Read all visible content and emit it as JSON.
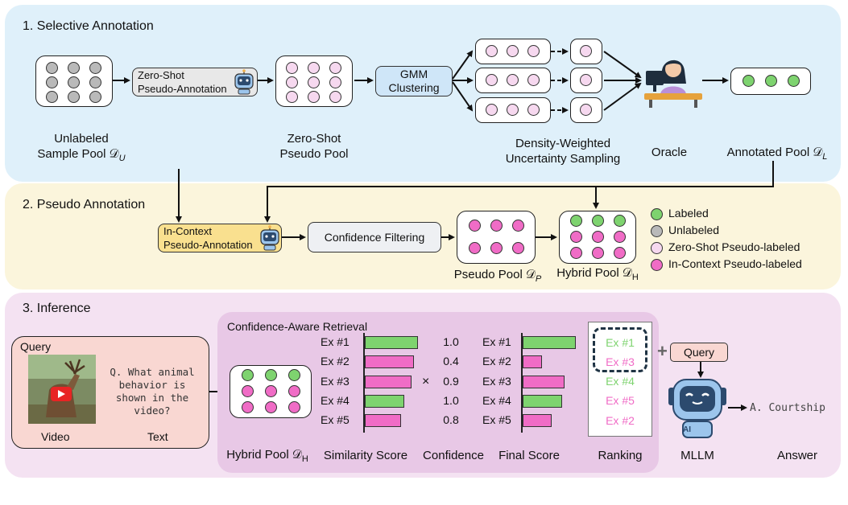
{
  "sections": {
    "s1": "1.  Selective Annotation",
    "s2": "2. Pseudo Annotation",
    "s3": "3. Inference"
  },
  "s1": {
    "zero_shot_box": "Zero-Shot\nPseudo-Annotation",
    "gmm_box": "GMM\nClustering",
    "unlabeled_label_1": "Unlabeled",
    "unlabeled_label_2": "Sample Pool 𝒟",
    "unlabeled_sub": "U",
    "zs_pool_label_1": "Zero-Shot",
    "zs_pool_label_2": "Pseudo Pool",
    "sampling_label_1": "Density-Weighted",
    "sampling_label_2": "Uncertainty Sampling",
    "oracle_label": "Oracle",
    "annotated_label": "Annotated Pool 𝒟",
    "annotated_sub": "L"
  },
  "s2": {
    "in_context_box": "In-Context\nPseudo-Annotation",
    "confidence_box": "Confidence Filtering",
    "pseudo_pool_label": "Pseudo Pool 𝒟",
    "pseudo_pool_sub": "P",
    "hybrid_pool_label": "Hybrid Pool 𝒟",
    "hybrid_pool_sub": "H"
  },
  "legend": [
    {
      "label": "Labeled",
      "color": "#7ed36f"
    },
    {
      "label": "Unlabeled",
      "color": "#b9b9b9"
    },
    {
      "label": "Zero-Shot Pseudo-labeled",
      "color": "#f6d8ef"
    },
    {
      "label": "In-Context Pseudo-labeled",
      "color": "#f06cc6"
    }
  ],
  "s3": {
    "query_title": "Query",
    "query_text": "Q. What animal\nbehavior is\nshown in the\nvideo?",
    "video_label": "Video",
    "text_label": "Text",
    "retrieval_title": "Confidence-Aware Retrieval",
    "hybrid_label": "Hybrid Pool 𝒟",
    "hybrid_sub": "H",
    "similarity_label": "Similarity Score",
    "confidence_label": "Confidence",
    "final_label": "Final Score",
    "ranking_label": "Ranking",
    "times": "×",
    "query_box": "Query",
    "plus": "+",
    "mllm_label": "MLLM",
    "answer_label": "Answer",
    "answer_text": "A. Courtship",
    "ai_text": "AI"
  },
  "examples": [
    {
      "name": "Ex #1",
      "similarity": 0.92,
      "confidence": "1.0",
      "final": 0.92,
      "color": "#7ed36f"
    },
    {
      "name": "Ex #2",
      "similarity": 0.85,
      "confidence": "0.4",
      "final": 0.34,
      "color": "#f06cc6"
    },
    {
      "name": "Ex #3",
      "similarity": 0.8,
      "confidence": "0.9",
      "final": 0.72,
      "color": "#f06cc6"
    },
    {
      "name": "Ex #4",
      "similarity": 0.68,
      "confidence": "1.0",
      "final": 0.68,
      "color": "#7ed36f"
    },
    {
      "name": "Ex #5",
      "similarity": 0.63,
      "confidence": "0.8",
      "final": 0.5,
      "color": "#f06cc6"
    }
  ],
  "ranking": [
    {
      "name": "Ex #1",
      "color": "#7ed36f"
    },
    {
      "name": "Ex #3",
      "color": "#f06cc6"
    },
    {
      "name": "Ex #4",
      "color": "#7ed36f"
    },
    {
      "name": "Ex #5",
      "color": "#f06cc6"
    },
    {
      "name": "Ex #2",
      "color": "#f06cc6"
    }
  ],
  "colors": {
    "panel1": "#dff0fa",
    "panel2": "#fbf5dc",
    "panel3": "#f4e2f2",
    "retrieval_panel": "#e8c8e6",
    "query_panel": "#f9d7d2",
    "gmm": "#cfe6f8",
    "zero_shot": "#e8e8e8",
    "in_context": "#f9e08f",
    "confidence": "#eef0f3",
    "query_box": "#f9d7d2"
  }
}
